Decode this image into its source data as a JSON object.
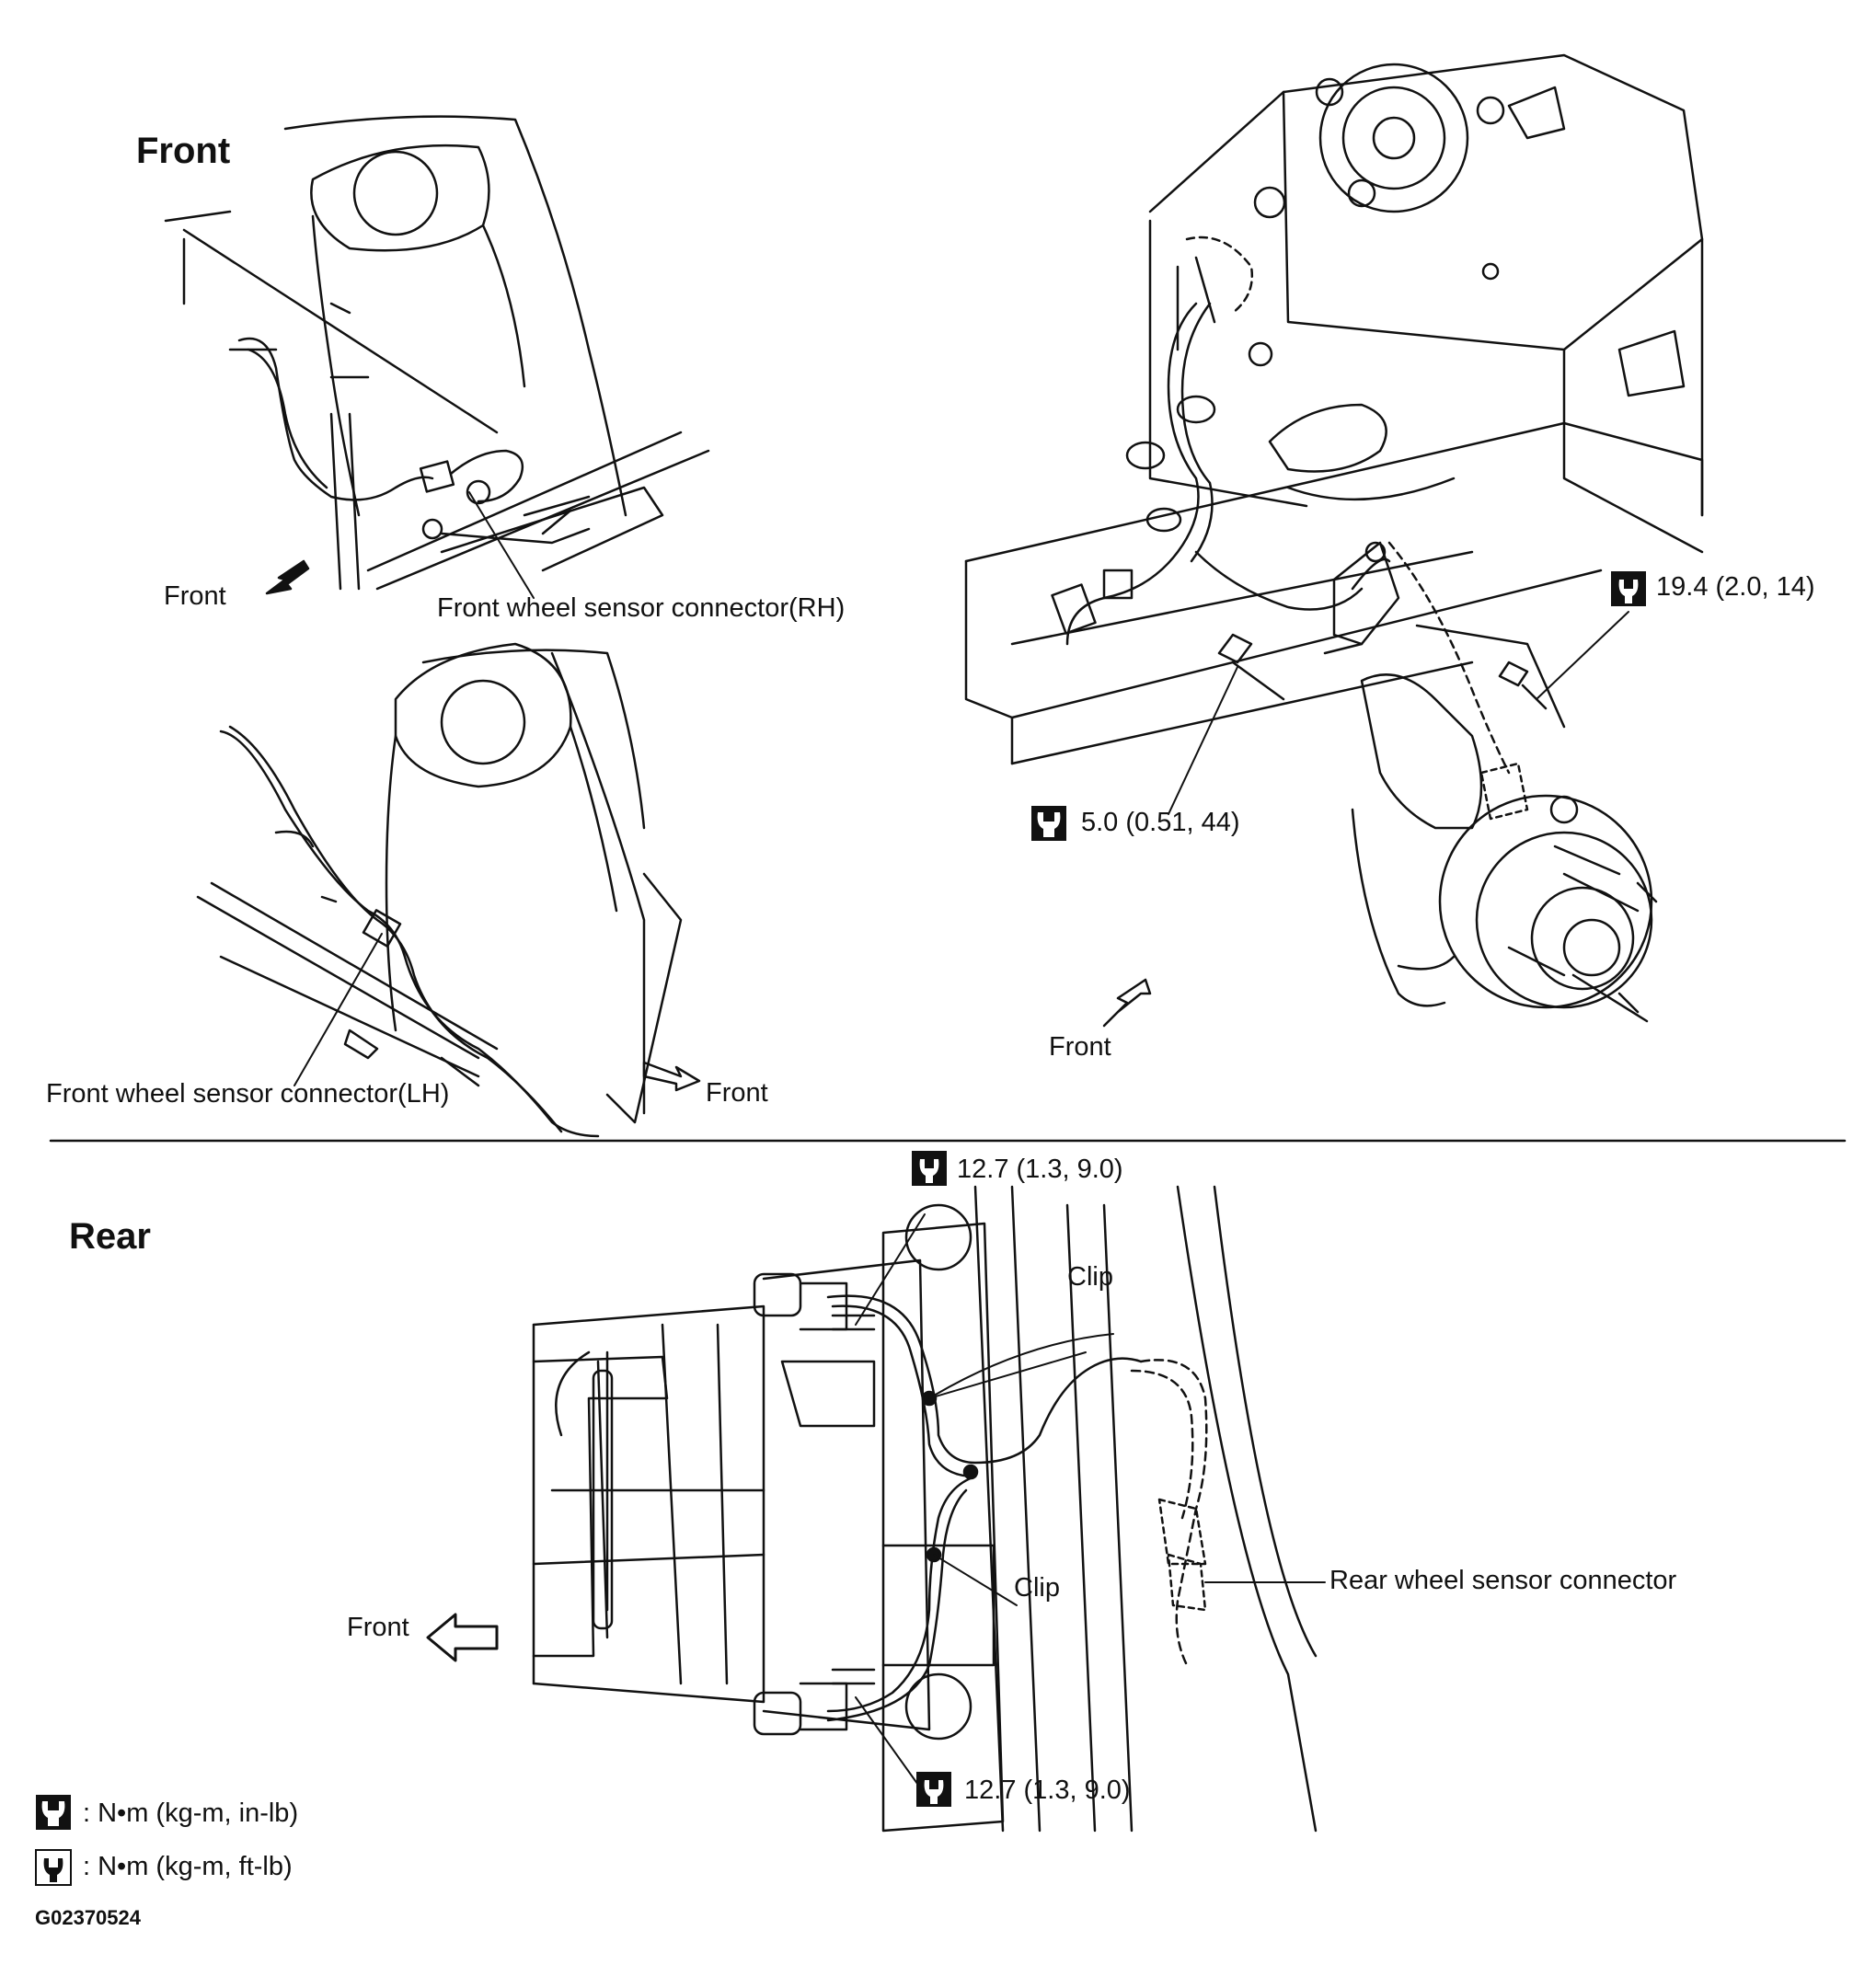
{
  "sections": {
    "front_heading": "Front",
    "rear_heading": "Rear"
  },
  "labels": {
    "front_arrow_rh": "Front",
    "connector_rh": "Front wheel sensor connector(RH)",
    "connector_lh": "Front wheel sensor connector(LH)",
    "front_arrow_lh": "Front",
    "front_arrow_knuckle": "Front",
    "torque_knuckle_bolt": "19.4 (2.0, 14)",
    "torque_bracket_bolt": "5.0 (0.51, 44)",
    "torque_rear_upper": "12.7 (1.3, 9.0)",
    "torque_rear_lower": "12.7 (1.3, 9.0)",
    "clip_upper": "Clip",
    "clip_lower": "Clip",
    "rear_connector": "Rear wheel sensor connector",
    "front_arrow_rear": "Front"
  },
  "legend": [
    {
      "icon": "torque-wrench-icon-in-lb",
      "text": ":  N•m  (kg-m,  in-lb)"
    },
    {
      "icon": "torque-wrench-icon-ft-lb",
      "text": ":  N•m  (kg-m,  ft-lb)"
    }
  ],
  "figure_id": "G02370524"
}
